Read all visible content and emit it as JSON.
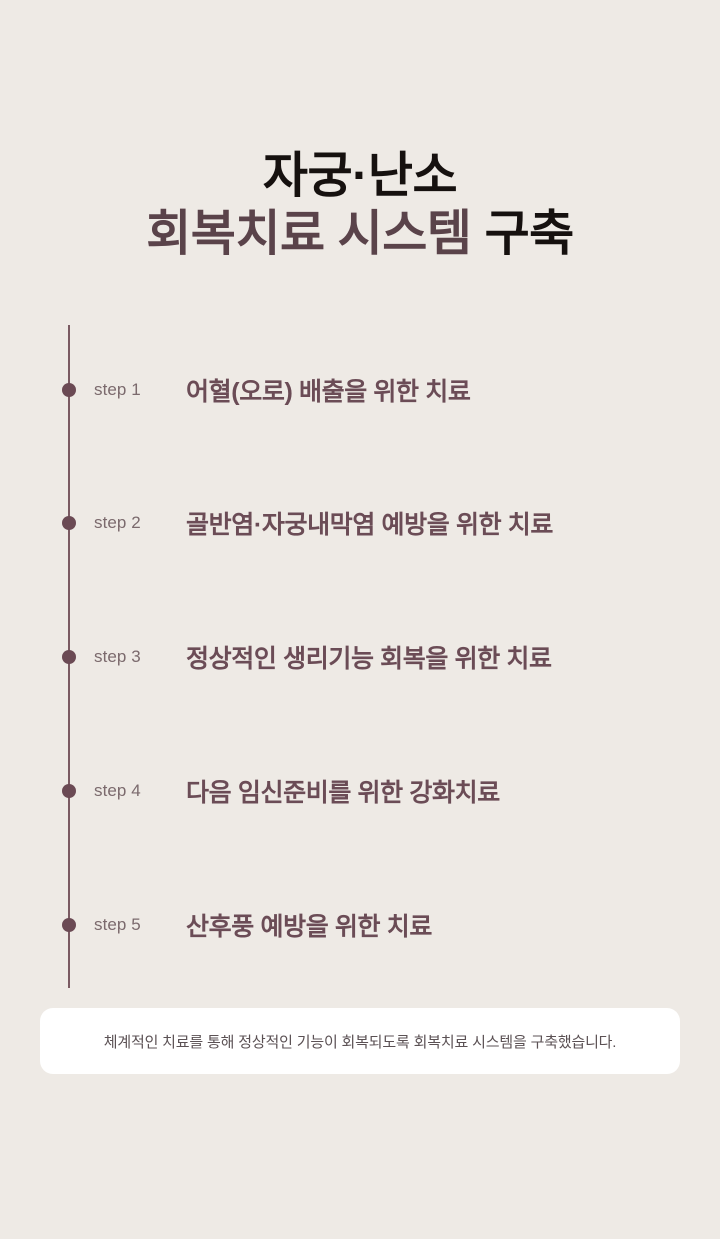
{
  "theme": {
    "background": "#EEEAE5",
    "title_dark": "#16110F",
    "title_accent": "#5A434A",
    "timeline_line": "#7A5A62",
    "dot": "#6B4A54",
    "step_index_text": "#7B6A6D",
    "step_title_text": "#6B4C56",
    "card_background": "#FFFFFF",
    "caption_text": "#5B5154"
  },
  "header": {
    "title_line_1": "자궁·난소",
    "title_line_2_accent": "회복치료 시스템",
    "title_line_2_strong": "구축"
  },
  "timeline": {
    "steps": [
      {
        "index_label": "step 1",
        "title": "어혈(오로) 배출을 위한 치료"
      },
      {
        "index_label": "step 2",
        "title": "골반염·자궁내막염 예방을 위한 치료"
      },
      {
        "index_label": "step 3",
        "title": "정상적인 생리기능 회복을 위한 치료"
      },
      {
        "index_label": "step 4",
        "title": "다음 임신준비를 위한 강화치료"
      },
      {
        "index_label": "step 5",
        "title": "산후풍 예방을 위한 치료"
      }
    ]
  },
  "footer": {
    "caption": "체계적인 치료를 통해 정상적인 기능이 회복되도록 회복치료 시스템을 구축했습니다."
  }
}
